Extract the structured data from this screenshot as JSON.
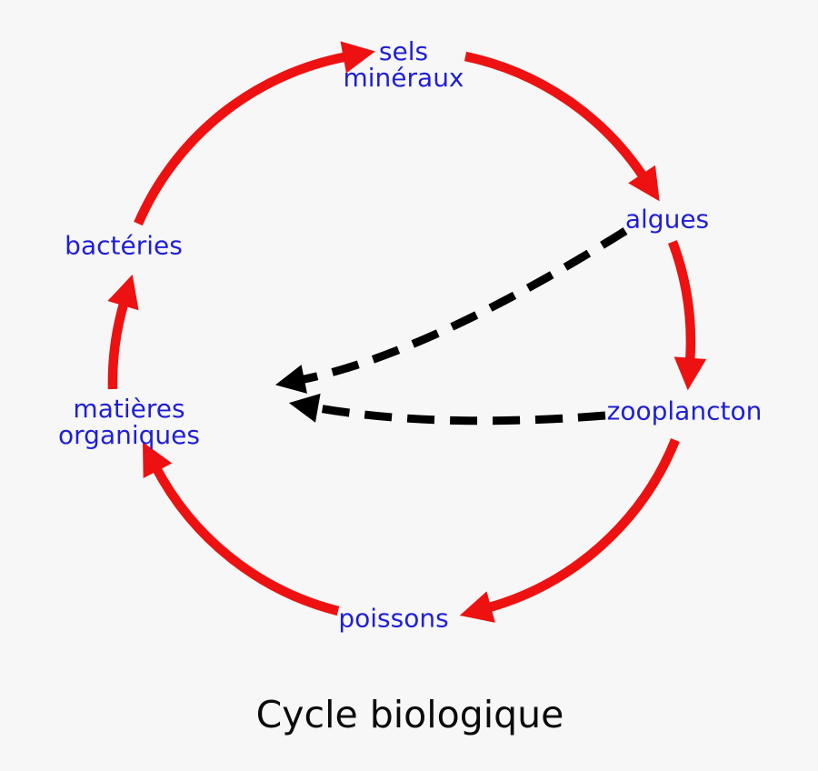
{
  "title": "Cycle biologique",
  "nodes": {
    "sels_mineraux": {
      "label": "sels\nminéraux"
    },
    "algues": {
      "label": "algues"
    },
    "zooplancton": {
      "label": "zooplancton"
    },
    "poissons": {
      "label": "poissons"
    },
    "matieres_organiques": {
      "label": "matières\norganiques"
    },
    "bacteries": {
      "label": "bactéries"
    }
  },
  "cycle_edges": [
    {
      "from": "bactéries",
      "to": "sels minéraux",
      "style": "solid-red-arrow"
    },
    {
      "from": "sels minéraux",
      "to": "algues",
      "style": "solid-red-arrow"
    },
    {
      "from": "algues",
      "to": "zooplancton",
      "style": "solid-red-arrow"
    },
    {
      "from": "zooplancton",
      "to": "poissons",
      "style": "solid-red-arrow"
    },
    {
      "from": "poissons",
      "to": "matières organiques",
      "style": "solid-red-arrow"
    },
    {
      "from": "matières organiques",
      "to": "bactéries",
      "style": "solid-red-arrow"
    }
  ],
  "dashed_edges": [
    {
      "from": "algues",
      "to": "center",
      "style": "dashed-black-arrow"
    },
    {
      "from": "zooplancton",
      "to": "center",
      "style": "dashed-black-arrow"
    }
  ],
  "colors": {
    "background": "#f7f7f7",
    "cycle_arrow": "#ee1111",
    "label_text": "#1f1fd6",
    "dashed_arrow": "#000000",
    "title_text": "#0a0a0a"
  }
}
